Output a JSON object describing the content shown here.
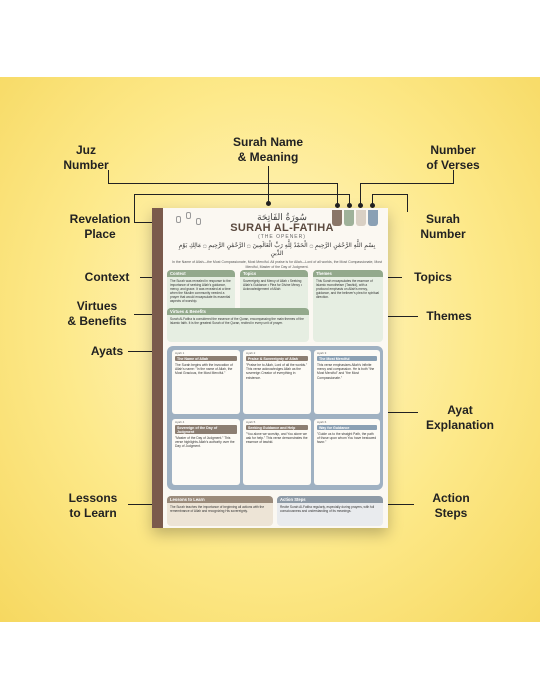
{
  "callouts": {
    "juz_number": "Juz\nNumber",
    "surah_name": "Surah Name\n& Meaning",
    "number_of_verses": "Number\nof Verses",
    "revelation_place": "Revelation\nPlace",
    "surah_number": "Surah\nNumber",
    "context": "Context",
    "topics": "Topics",
    "virtues": "Virtues\n& Benefits",
    "themes": "Themes",
    "ayats": "Ayats",
    "ayat_explanation": "Ayat\nExplanation",
    "lessons": "Lessons\nto Learn",
    "action_steps": "Action\nSteps"
  },
  "poster": {
    "title_arabic": "سُورَةُ الفَاتِحَة",
    "title": "SURAH AL-FATIHA",
    "subtitle": "(THE OPENER)",
    "ayah_arabic": "بِسْمِ اللَّهِ الرَّحْمَٰنِ الرَّحِيمِ ۝ الْحَمْدُ لِلَّهِ رَبِّ الْعَالَمِينَ ۝ الرَّحْمَٰنِ الرَّحِيمِ ۝ مَالِكِ يَوْمِ الدِّينِ",
    "ayah_translation": "In the Name of Allah—the Most Compassionate, Most Merciful. All praise is for Allah—Lord of all worlds, the Most Compassionate, Most Merciful, Master of the Day of Judgment.",
    "sections": {
      "context_h": "Context",
      "context_t": "The Surah was revealed in response to the importance of seeking Allah's guidance, mercy, and grace. It was revealed at a time when the Muslim community needed a prayer that would encapsulate its essential aspects of worship.",
      "topics_h": "Topics",
      "topics_t": "Sovereignty and Mercy of Allah • Seeking Allah's Guidance • Plea for Divine Mercy • Acknowledgement of Allah",
      "themes_h": "Themes",
      "themes_t": "This Surah encapsulates the essence of Islamic monotheism (Tawhid), with a profound emphasis on Allah's mercy, guidance, and the believer's plea for spiritual direction.",
      "virtues_h": "Virtues & Benefits",
      "virtues_t": "Surah Al-Fatiha is considered the essence of the Quran, encompassing the main themes of the Islamic faith. It is the greatest Surah of the Quran, recited in every unit of prayer.",
      "lessons_h": "Lessons to Learn",
      "lessons_t": "The Surah teaches the importance of beginning all actions with the remembrance of Allah and recognizing His sovereignty.",
      "action_h": "Action Steps",
      "action_t": "Recite Surah Al-Fatiha regularly, especially during prayers, with full consciousness and understanding of its meanings."
    },
    "ayat_cards": [
      {
        "label": "Ayah 1",
        "head": "The Name of Allah",
        "text": "The Surah begins with the invocation of Allah's name: \"In the name of Allah, the Most Gracious, the Most Merciful.\""
      },
      {
        "label": "Ayah 2",
        "head": "Praise & Sovereignty of Allah",
        "text": "\"Praise be to Allah, Lord of all the worlds.\" This verse acknowledges Allah as the sovereign Creator of everything in existence."
      },
      {
        "label": "Ayah 3",
        "head": "The Most Merciful",
        "text": "This verse emphasizes Allah's infinite mercy and compassion. He is both \"the Most Merciful\" and \"the Most Compassionate.\""
      },
      {
        "label": "Ayah 4",
        "head": "Sovereign of the Day of Judgment",
        "text": "\"Master of the Day of Judgment.\" This verse highlights Allah's authority over the Day of Judgment."
      },
      {
        "label": "Ayah 5",
        "head": "Seeking Guidance and Help",
        "text": "\"You alone we worship, and You alone we ask for help.\" This verse demonstrates the essence of tawhid."
      },
      {
        "label": "Ayah 6",
        "head": "Way for Guidance",
        "text": "\"Guide us to the straight Path, the path of those upon whom You have bestowed favor.\""
      }
    ]
  },
  "colors": {
    "accent_brown": "#7a5a4c",
    "sage_green": "#93a98c",
    "slate_blue": "#9fb1c2"
  }
}
